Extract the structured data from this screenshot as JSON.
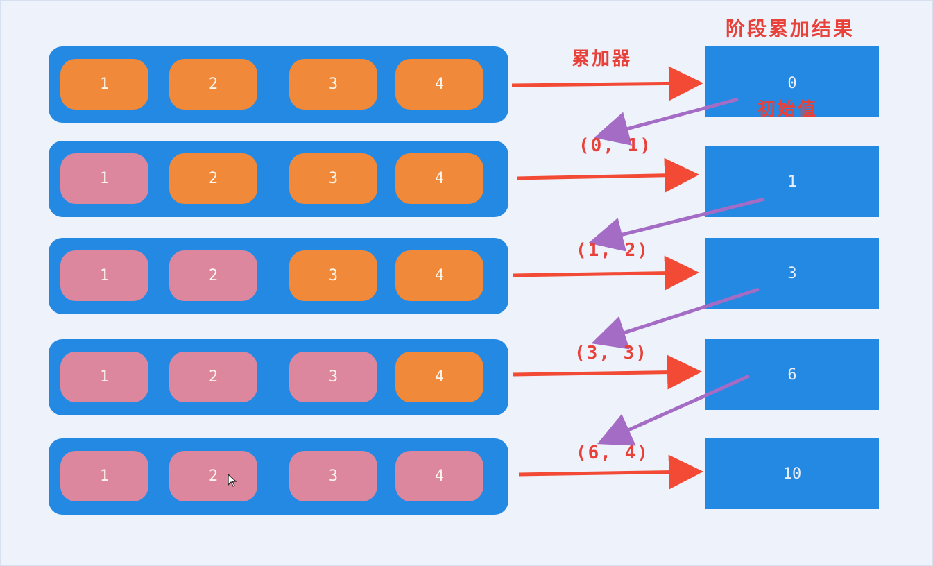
{
  "labels": {
    "stage_result": "阶段累加结果",
    "accumulator": "累加器",
    "initial_value": "初始值"
  },
  "colors": {
    "row_background": "#2389e3",
    "pending_cell": "#f0893a",
    "processed_cell": "#dc879d",
    "result_box": "#2389e3",
    "red_arrow": "#f24a35",
    "purple_arrow": "#a46cc4",
    "label_text": "#e8413a"
  },
  "rows": [
    {
      "cells": [
        {
          "value": "1",
          "state": "pending"
        },
        {
          "value": "2",
          "state": "pending"
        },
        {
          "value": "3",
          "state": "pending"
        },
        {
          "value": "4",
          "state": "pending"
        }
      ],
      "result": "0"
    },
    {
      "cells": [
        {
          "value": "1",
          "state": "processed"
        },
        {
          "value": "2",
          "state": "pending"
        },
        {
          "value": "3",
          "state": "pending"
        },
        {
          "value": "4",
          "state": "pending"
        }
      ],
      "result": "1"
    },
    {
      "cells": [
        {
          "value": "1",
          "state": "processed"
        },
        {
          "value": "2",
          "state": "processed"
        },
        {
          "value": "3",
          "state": "pending"
        },
        {
          "value": "4",
          "state": "pending"
        }
      ],
      "result": "3"
    },
    {
      "cells": [
        {
          "value": "1",
          "state": "processed"
        },
        {
          "value": "2",
          "state": "processed"
        },
        {
          "value": "3",
          "state": "processed"
        },
        {
          "value": "4",
          "state": "pending"
        }
      ],
      "result": "6"
    },
    {
      "cells": [
        {
          "value": "1",
          "state": "processed"
        },
        {
          "value": "2",
          "state": "processed"
        },
        {
          "value": "3",
          "state": "processed"
        },
        {
          "value": "4",
          "state": "processed"
        }
      ],
      "result": "10"
    }
  ],
  "pairs": [
    "(0, 1)",
    "(1, 2)",
    "(3, 3)",
    "(6, 4)"
  ],
  "icons": {
    "cursor": "mouse-pointer-icon"
  }
}
